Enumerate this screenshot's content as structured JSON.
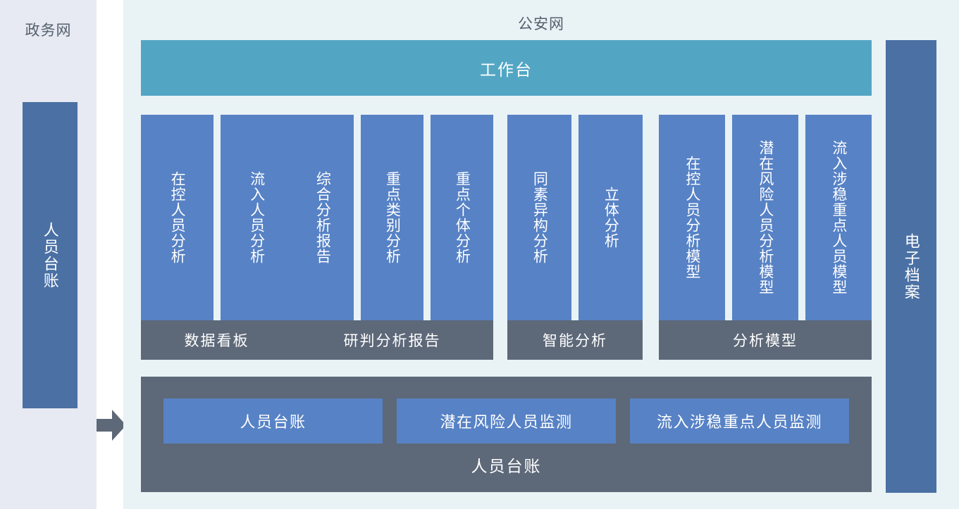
{
  "left_zone": {
    "title": "政务网",
    "bar_label": "人员台账"
  },
  "flow_arrow": {
    "icon": "arrow-right-icon"
  },
  "main_zone": {
    "title": "公安网",
    "workbench_label": "工作台",
    "groups": [
      {
        "band_label": "数据看板",
        "columns": [
          "在控人员分析",
          "流入人员分析"
        ]
      },
      {
        "band_label": "研判分析报告",
        "columns": [
          "综合分析报告",
          "重点类别分析",
          "重点个体分析"
        ]
      },
      {
        "band_label": "智能分析",
        "columns": [
          "同素异构分析",
          "立体分析"
        ]
      },
      {
        "band_label": "分析模型",
        "columns": [
          "在控人员分析模型",
          "潜在风险人员分析模型",
          "流入涉稳重点人员模型"
        ]
      }
    ],
    "ledger": {
      "cards": [
        "人员台账",
        "潜在风险人员监测",
        "流入涉稳重点人员监测"
      ],
      "caption": "人员台账"
    }
  },
  "right_zone": {
    "bar_label": "电子档案"
  },
  "colors": {
    "left_band_bg": "#e7eaf2",
    "main_panel_bg": "#e9f2f5",
    "workbench_teal": "#52a6c4",
    "column_blue": "#5782c5",
    "band_slate": "#5d6878",
    "side_bar_blue": "#4a70a4",
    "title_text": "#56606e"
  }
}
